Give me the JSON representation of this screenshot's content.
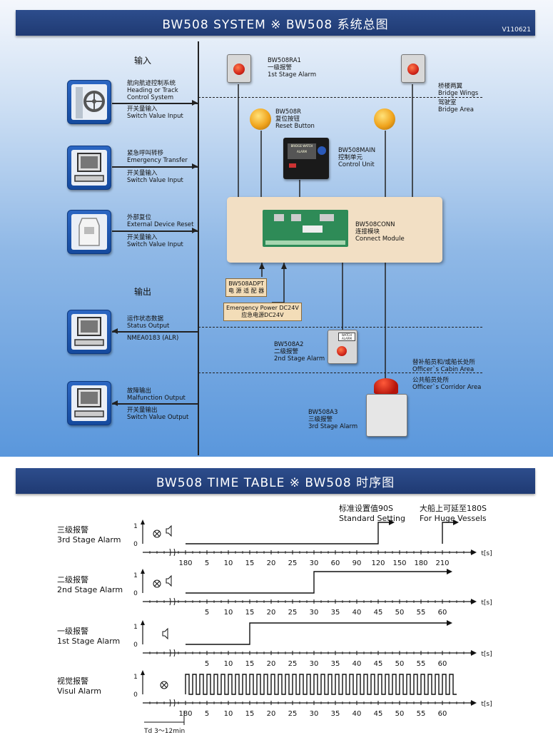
{
  "header": {
    "title": "BW508   SYSTEM ※ BW508  系统总图",
    "version": "V110621"
  },
  "input_title": "输入",
  "output_title": "输出",
  "inputs": [
    {
      "cn": "航向航迹控制系统",
      "en1": "Heading or Track",
      "en2": "Control System",
      "cn2": "开关量输入",
      "en3": "Switch Value Input"
    },
    {
      "cn": "紧急呼叫转移",
      "en1": "Emergency Transfer",
      "cn2": "开关量输入",
      "en3": "Switch Value Input"
    },
    {
      "cn": "外部复位",
      "en1": "External Device Reset",
      "cn2": "开关量输入",
      "en3": "Switch Value Input"
    }
  ],
  "outputs": [
    {
      "cn": "运作状态数据",
      "en1": "Status Output",
      "en2": "NMEA0183 (ALR)"
    },
    {
      "cn": "故障输出",
      "en1": "Malfunction Output",
      "cn2": "开关量输出",
      "en3": "Switch Value Output"
    }
  ],
  "devices": {
    "ra1": {
      "code": "BW508RA1",
      "cn": "一级报警",
      "en": "1st Stage Alarm"
    },
    "r": {
      "code": "BW508R",
      "cn": "复位按钮",
      "en": "Reset Button"
    },
    "main": {
      "code": "BW508MAIN",
      "cn": "控制单元",
      "en": "Control Unit",
      "screen": "BRIDGE WATCH ALARM"
    },
    "conn": {
      "code": "BW508CONN",
      "cn": "连接模块",
      "en": "Connect Module"
    },
    "adpt": {
      "code": "BW508ADPT",
      "cn": "电 源 适 配 器"
    },
    "power": {
      "en": "Emergency Power DC24V",
      "cn": "应急电源DC24V"
    },
    "a2": {
      "code": "BW508A2",
      "cn": "二级报警",
      "en": "2nd Stage Alarm",
      "badge": "WATCH ALARM"
    },
    "a3": {
      "code": "BW508A3",
      "cn": "三级报警",
      "en": "3rd Stage Alarm"
    }
  },
  "areas": {
    "wings_cn": "桥楼两翼",
    "wings_en": "Bridge Wings",
    "bridge_cn": "驾驶室",
    "bridge_en": "Bridge Area",
    "cabin_cn": "替补船员和/或船长处所",
    "cabin_en": "Officer`s Cabin Area",
    "corridor_cn": "公共船员处所",
    "corridor_en": "Officer`s Corridor Area"
  },
  "timetable": {
    "title": "BW508   TIME   TABLE ※ BW508   时序图",
    "std_cn": "标准设置值90S",
    "std_en": "Standard Setting",
    "huge_cn": "大船上可延至180S",
    "huge_en": "For Huge Vessels",
    "unit": "t[s]",
    "td": "Td  3～12min",
    "level_one": "1",
    "level_zero": "0",
    "rows": [
      {
        "cn": "三级报警",
        "en": "3rd Stage Alarm",
        "ticks": [
          "180",
          "5",
          "10",
          "15",
          "20",
          "25",
          "30",
          "60",
          "90",
          "120",
          "150",
          "180",
          "210"
        ]
      },
      {
        "cn": "二级报警",
        "en": "2nd Stage Alarm",
        "ticks": [
          "5",
          "10",
          "15",
          "20",
          "25",
          "30",
          "35",
          "40",
          "45",
          "50",
          "55",
          "60"
        ]
      },
      {
        "cn": "一级报警",
        "en": "1st Stage Alarm",
        "ticks": [
          "5",
          "10",
          "15",
          "20",
          "25",
          "30",
          "35",
          "40",
          "45",
          "50",
          "55",
          "60"
        ]
      },
      {
        "cn": "视觉报警",
        "en": "Visul Alarm",
        "ticks": [
          "180",
          "5",
          "10",
          "15",
          "20",
          "25",
          "30",
          "35",
          "40",
          "45",
          "50",
          "55",
          "60"
        ]
      }
    ]
  }
}
